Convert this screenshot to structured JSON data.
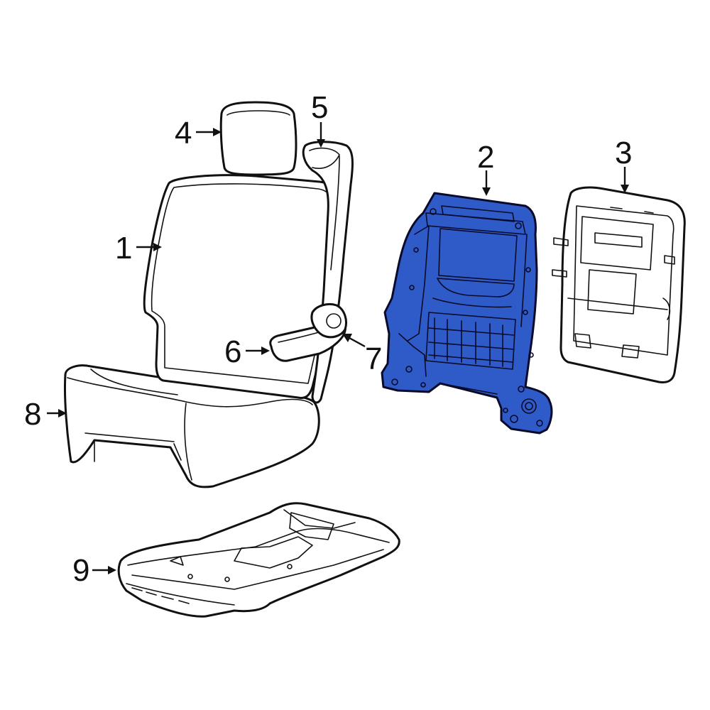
{
  "diagram": {
    "highlight_color": "#2f5bc8",
    "line_color": "#111111",
    "background": "#ffffff",
    "callouts": [
      {
        "id": "1",
        "label": "1"
      },
      {
        "id": "2",
        "label": "2"
      },
      {
        "id": "3",
        "label": "3"
      },
      {
        "id": "4",
        "label": "4"
      },
      {
        "id": "5",
        "label": "5"
      },
      {
        "id": "6",
        "label": "6"
      },
      {
        "id": "7",
        "label": "7"
      },
      {
        "id": "8",
        "label": "8"
      },
      {
        "id": "9",
        "label": "9"
      }
    ],
    "highlighted_callout": "2"
  }
}
